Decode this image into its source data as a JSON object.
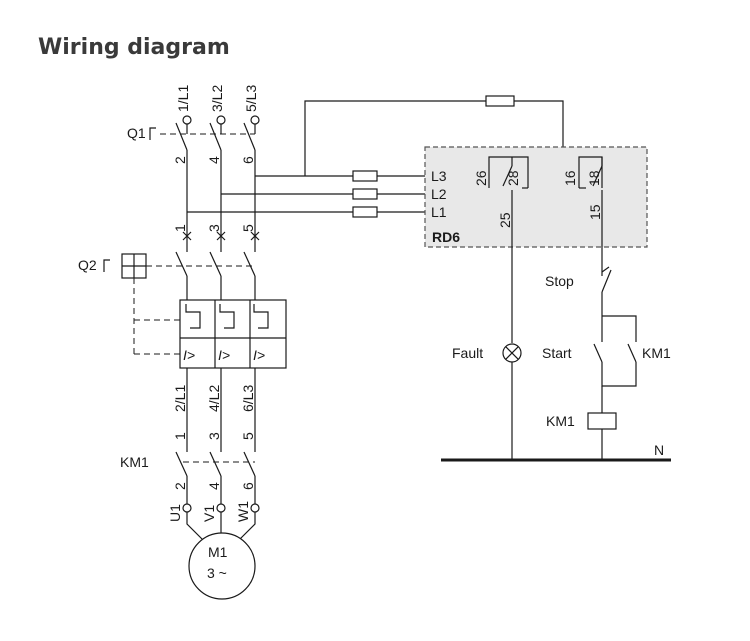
{
  "title": "Wiring diagram",
  "terminals_top": [
    "1/L1",
    "3/L2",
    "5/L3"
  ],
  "q1": {
    "label": "Q1",
    "upper_pins": [
      "2",
      "4",
      "6"
    ],
    "lower_pins": [
      "1",
      "3",
      "5"
    ]
  },
  "q2": {
    "label": "Q2",
    "current_marks": [
      "I>",
      "I>",
      "I>"
    ]
  },
  "overload_outputs": [
    "2/L1",
    "4/L2",
    "6/L3"
  ],
  "km1_main": {
    "label": "KM1",
    "upper_pins": [
      "1",
      "3",
      "5"
    ],
    "lower_pins": [
      "2",
      "4",
      "6"
    ]
  },
  "motor_terminals": [
    "U1",
    "V1",
    "W1"
  ],
  "motor": {
    "name": "M1",
    "phase": "3 ~"
  },
  "rd6": {
    "name": "RD6",
    "phase_inputs": [
      "L3",
      "L2",
      "L1"
    ],
    "contact_pins": {
      "p26": "26",
      "p28": "28",
      "p16": "16",
      "p18": "18",
      "p25": "25",
      "p15": "15"
    }
  },
  "control": {
    "stop_label": "Stop",
    "start_label": "Start",
    "holding_contact_label": "KM1",
    "coil_label": "KM1",
    "fault_label": "Fault",
    "neutral_label": "N"
  }
}
